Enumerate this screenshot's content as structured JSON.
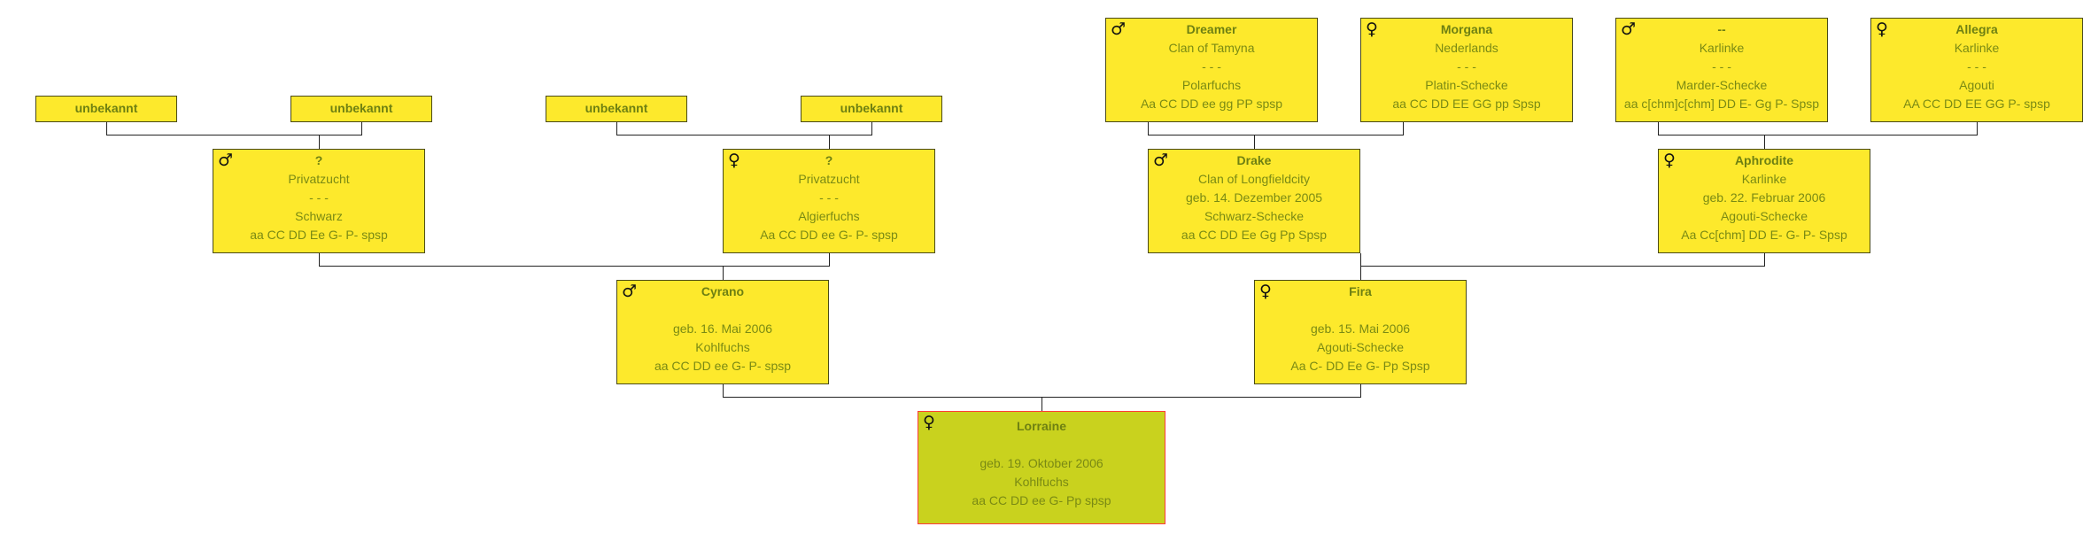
{
  "colors": {
    "box_fill": "#fde92c",
    "root_fill": "#c9d21e",
    "root_border": "#ff3a3a",
    "text": "#7a8a14"
  },
  "gen0": {
    "lorraine": {
      "symbol": "♀",
      "name": "Lorraine",
      "l1": "",
      "l2": "geb. 19. Oktober 2006",
      "l3": "Kohlfuchs",
      "l4": "aa CC DD ee G- Pp spsp"
    }
  },
  "gen1": {
    "cyrano": {
      "symbol": "♂",
      "name": "Cyrano",
      "l1": "",
      "l2": "geb. 16. Mai 2006",
      "l3": "Kohlfuchs",
      "l4": "aa CC DD ee G- P- spsp"
    },
    "fira": {
      "symbol": "♀",
      "name": "Fira",
      "l1": "",
      "l2": "geb. 15. Mai 2006",
      "l3": "Agouti-Schecke",
      "l4": "Aa C- DD Ee G- Pp Spsp"
    }
  },
  "gen2": {
    "q_male": {
      "symbol": "♂",
      "name": "?",
      "l1": "Privatzucht",
      "l2": "- - -",
      "l3": "Schwarz",
      "l4": "aa CC DD Ee G- P- spsp"
    },
    "q_female": {
      "symbol": "♀",
      "name": "?",
      "l1": "Privatzucht",
      "l2": "- - -",
      "l3": "Algierfuchs",
      "l4": "Aa CC DD ee G- P- spsp"
    },
    "drake": {
      "symbol": "♂",
      "name": "Drake",
      "l1": "Clan of Longfieldcity",
      "l2": "geb. 14. Dezember 2005",
      "l3": "Schwarz-Schecke",
      "l4": "aa CC DD Ee Gg Pp Spsp"
    },
    "aphrodite": {
      "symbol": "♀",
      "name": "Aphrodite",
      "l1": "Karlinke",
      "l2": "geb. 22. Februar 2006",
      "l3": "Agouti-Schecke",
      "l4": "Aa Cc[chm] DD E- G- P- Spsp"
    }
  },
  "gen3": {
    "unknown1": {
      "name": "unbekannt"
    },
    "unknown2": {
      "name": "unbekannt"
    },
    "unknown3": {
      "name": "unbekannt"
    },
    "unknown4": {
      "name": "unbekannt"
    },
    "dreamer": {
      "symbol": "♂",
      "name": "Dreamer",
      "l1": "Clan of Tamyna",
      "l2": "- - -",
      "l3": "Polarfuchs",
      "l4": "Aa CC DD ee gg PP spsp"
    },
    "morgana": {
      "symbol": "♀",
      "name": "Morgana",
      "l1": "Nederlands",
      "l2": "- - -",
      "l3": "Platin-Schecke",
      "l4": "aa CC DD EE GG pp Spsp"
    },
    "dash": {
      "symbol": "♂",
      "name": "--",
      "l1": "Karlinke",
      "l2": "- - -",
      "l3": "Marder-Schecke",
      "l4": "aa c[chm]c[chm] DD E- Gg P- Spsp"
    },
    "allegra": {
      "symbol": "♀",
      "name": "Allegra",
      "l1": "Karlinke",
      "l2": "- - -",
      "l3": "Agouti",
      "l4": "AA CC DD EE GG P- spsp"
    }
  }
}
